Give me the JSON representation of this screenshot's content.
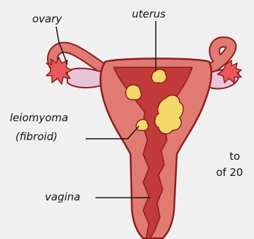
{
  "labels": {
    "ovary": "ovary",
    "uterus": "uterus",
    "leiomyoma_line1": "leiomyoma",
    "leiomyoma_line2": "(fibroid)",
    "vagina": "vagina"
  },
  "side_text": {
    "line1": "to",
    "line2": "of 20"
  },
  "colors": {
    "background": "#f0f0f0",
    "outline": "#8c1d1d",
    "tissue": "#e07a72",
    "inner_cavity": "#c23a3a",
    "ovary_fill": "#e8c4d8",
    "fibroid": "#f2d96a",
    "fimbriae": "#e8585a",
    "ink": "#111111"
  }
}
